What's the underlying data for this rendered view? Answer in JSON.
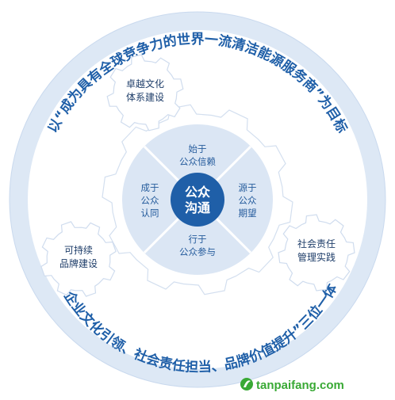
{
  "outer_ring": {
    "top_text": "以“成为具有全球竞争力的世界一流清洁能源服务商”为目标",
    "bottom_text": "“企业文化引领、社会责任担当、品牌价值提升”三位一体"
  },
  "gears": {
    "top_left": [
      "卓越文化",
      "体系建设"
    ],
    "left": [
      "可持续",
      "品牌建设"
    ],
    "right": [
      "社会责任",
      "管理实践"
    ]
  },
  "center": {
    "core": [
      "公众",
      "沟通"
    ],
    "quadrants": {
      "top": [
        "始于",
        "公众信赖"
      ],
      "right": [
        "源于",
        "公众",
        "期望"
      ],
      "bottom": [
        "行于",
        "公众参与"
      ],
      "left": [
        "成于",
        "公众",
        "认同"
      ]
    }
  },
  "watermark": "tanpaifang.com",
  "colors": {
    "ring": "#dde8f5",
    "ring_border": "#c9d9ee",
    "gear_fill": "#ffffff",
    "gear_stroke": "#cfdcee",
    "quad_fill": "#dbe6f4",
    "core_fill": "#1f5fa8",
    "text_blue": "#1f5fa8",
    "watermark_green": "#39a935"
  }
}
